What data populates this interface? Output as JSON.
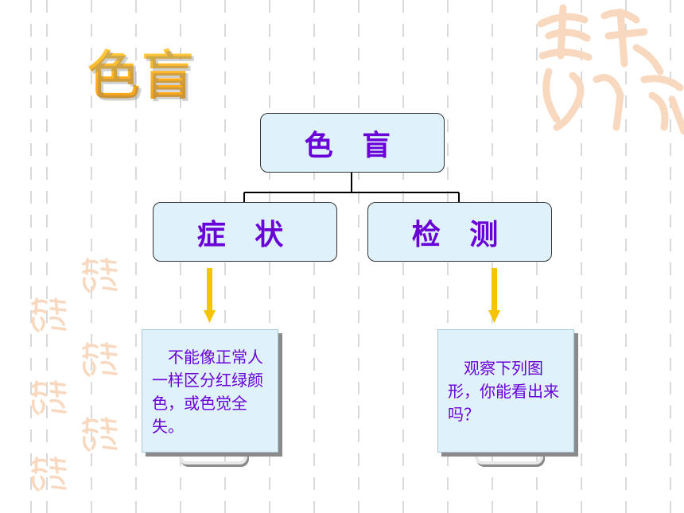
{
  "page_title": "色盲",
  "diagram": {
    "root": "色 盲",
    "children": [
      {
        "label": "症 状",
        "note": "不能像正常人一样区分红绿颜色，或色觉全失。"
      },
      {
        "label": "检 测",
        "note": "观察下列图形，你能看出来吗？"
      }
    ]
  },
  "colors": {
    "node_fill": "#dff2fb",
    "node_text": "#6a00d8",
    "arrow": "#f5c400",
    "title_gold": "#ffc83a",
    "decor": "#f8d9bf"
  },
  "decor_lettering": "吉祥如意"
}
